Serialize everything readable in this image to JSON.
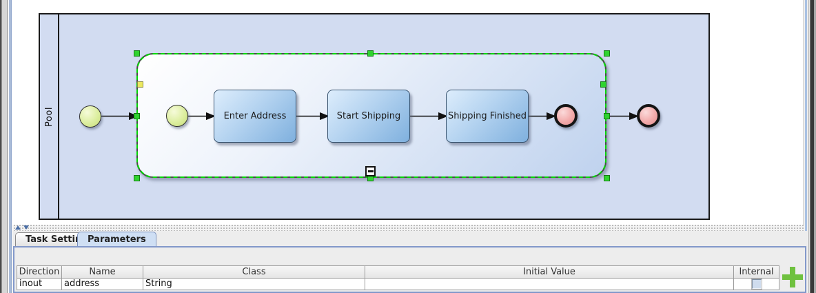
{
  "diagram": {
    "pool_label": "Pool",
    "tasks": [
      {
        "label": "Enter Address"
      },
      {
        "label": "Start Shipping"
      },
      {
        "label": "Shipping Finished"
      }
    ]
  },
  "panel": {
    "tabs": [
      {
        "label": "Task Settings",
        "selected": false
      },
      {
        "label": "Parameters",
        "selected": true
      }
    ],
    "table": {
      "headers": [
        "Direction",
        "Name",
        "Class",
        "Initial Value",
        "Internal"
      ],
      "rows": [
        {
          "direction": "inout",
          "name": "address",
          "class": "String",
          "initial_value": "",
          "internal": false
        }
      ]
    }
  },
  "icons": {
    "add_button": "plus-cross",
    "remove_button": "minus-bar",
    "collapse_marker": "minus-box",
    "splitter_expand": "triangle-up",
    "splitter_collapse": "triangle-down"
  },
  "colors": {
    "pool_fill": "#d2dcf1",
    "task_fill_top": "#ddedfc",
    "task_fill_bottom": "#7fb0de",
    "start_event_fill": "#dcee9f",
    "end_event_fill": "#f2abab",
    "selection_green": "#00d800",
    "selected_tab_fill": "#cfdff4",
    "panel_border_blue": "#8298ca",
    "action_button_green": "#6fc13f"
  }
}
